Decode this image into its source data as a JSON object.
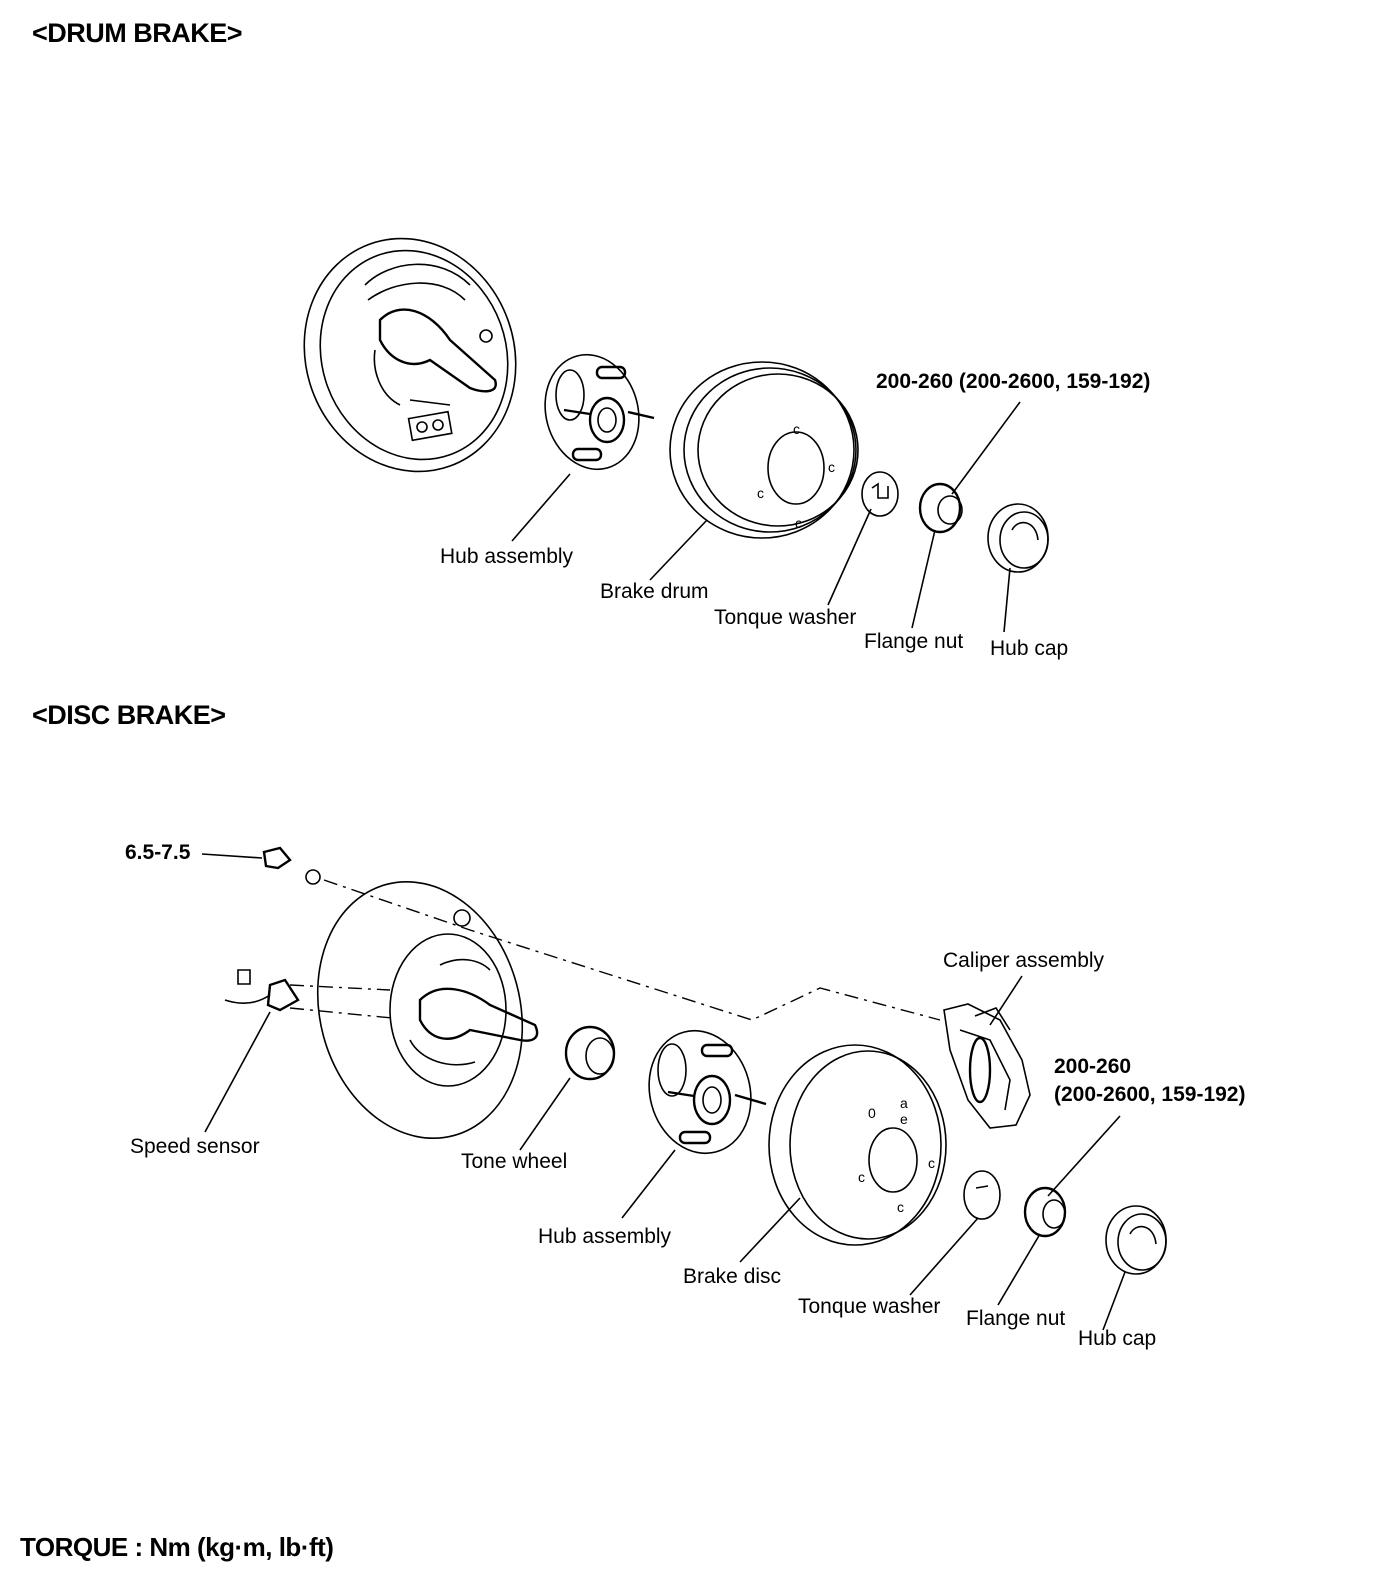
{
  "drum": {
    "heading": "<DRUM BRAKE>",
    "labels": {
      "hub_assembly": "Hub assembly",
      "brake_drum": "Brake drum",
      "torque_washer": "Tonque washer",
      "flange_nut": "Flange nut",
      "hub_cap": "Hub cap"
    },
    "torque_flange_nut": "200-260 (200-2600, 159-192)"
  },
  "disc": {
    "heading": "<DISC BRAKE>",
    "labels": {
      "speed_sensor": "Speed sensor",
      "tone_wheel": "Tone wheel",
      "hub_assembly": "Hub assembly",
      "brake_disc": "Brake disc",
      "torque_washer": "Tonque washer",
      "flange_nut": "Flange nut",
      "hub_cap": "Hub cap",
      "caliper_assembly": "Caliper assembly"
    },
    "torque_bolt": "6.5-7.5",
    "torque_flange_nut_line1": "200-260",
    "torque_flange_nut_line2": "(200-2600, 159-192)"
  },
  "torque_units": "TORQUE : Nm (kg·m, lb·ft)"
}
